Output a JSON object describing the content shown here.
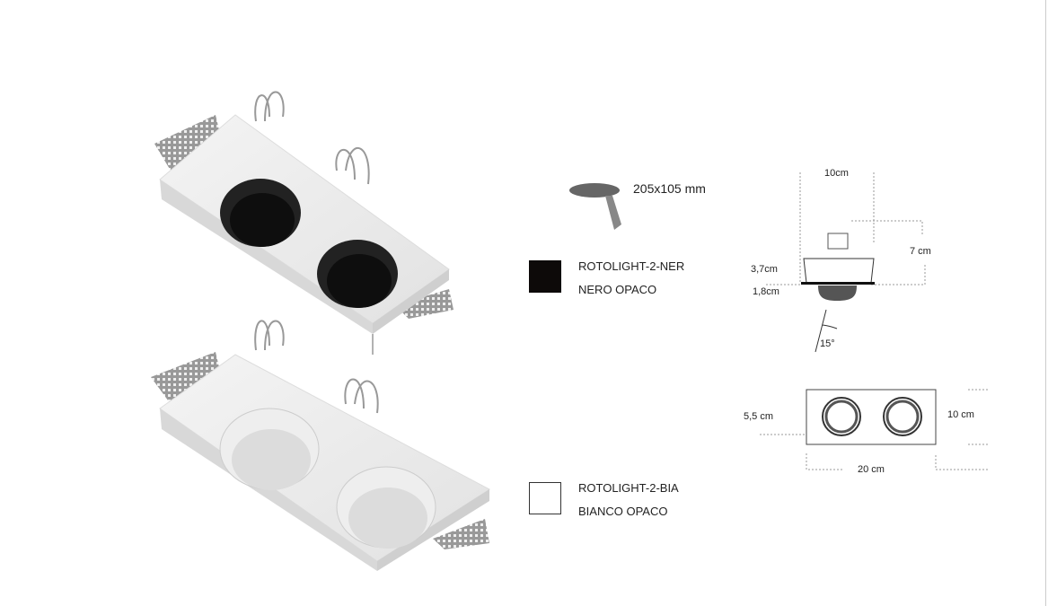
{
  "cutout": {
    "label": "205x105 mm",
    "icon": "saw-cutout-icon"
  },
  "variants": [
    {
      "code": "ROTOLIGHT-2-NER",
      "finish": "NERO OPACO",
      "color": "#0d0a09"
    },
    {
      "code": "ROTOLIGHT-2-BIA",
      "finish": "BIANCO OPACO",
      "color": "#ffffff"
    }
  ],
  "side_drawing": {
    "width": "10cm",
    "height": "7 cm",
    "upper_depth": "3,7cm",
    "lower_depth": "1,8cm",
    "tilt": "15°"
  },
  "top_drawing": {
    "inner": "5,5 cm",
    "height": "10 cm",
    "length": "20 cm"
  }
}
